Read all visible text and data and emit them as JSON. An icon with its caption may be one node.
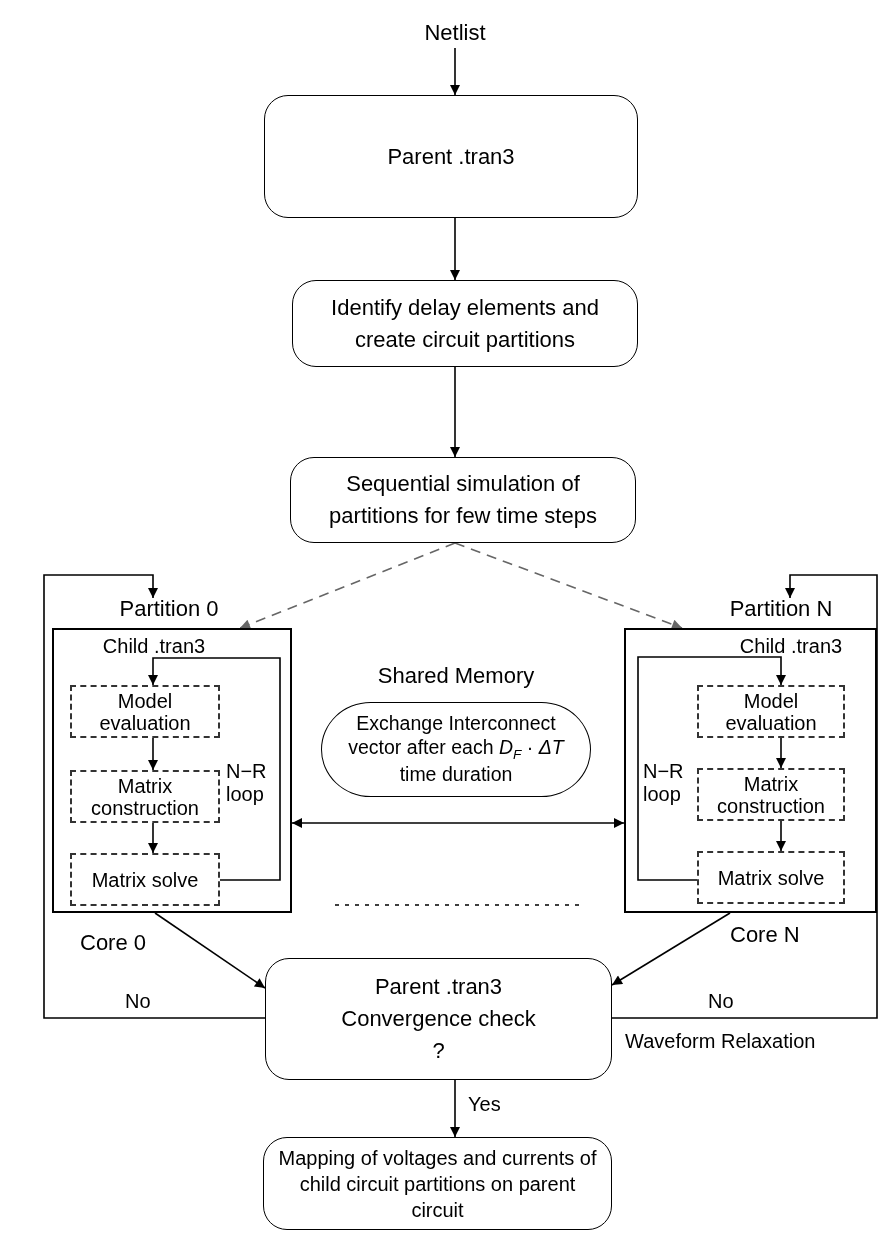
{
  "diagram": {
    "nodes": [
      {
        "text": [
          "Netlist"
        ]
      },
      {
        "text": [
          "Parent .tran3"
        ]
      },
      {
        "text": [
          "Identify delay elements and create circuit partitions"
        ]
      },
      {
        "text": [
          "Sequential simulation of partitions for few time steps"
        ]
      },
      {
        "text": [
          "Partition 0",
          "Child .tran3"
        ],
        "beside": [
          "Core 0"
        ]
      },
      {
        "text": [
          "Model evaluation"
        ],
        "in": 4
      },
      {
        "text": [
          "Matrix construction"
        ],
        "in": 4
      },
      {
        "text": [
          "Matrix solve"
        ],
        "in": 4
      },
      {
        "text": [
          "Partition N",
          "Child .tran3"
        ],
        "beside": [
          "Core N"
        ]
      },
      {
        "text": [
          "Model evaluation"
        ],
        "in": 8
      },
      {
        "text": [
          "Matrix construction"
        ],
        "in": 8
      },
      {
        "text": [
          "Matrix solve"
        ],
        "in": 8
      },
      {
        "text": [
          "Shared Memory",
          "Exchange Interconnect vector after each *D*$_{F}$ · *ΔT* time duration"
        ]
      },
      {
        "text": [
          "Parent .tran3 Convergence check ?"
        ]
      },
      {
        "text": [
          "Mapping of voltages and currents of child circuit partitions on parent circuit"
        ]
      }
    ],
    "edges": [
      {
        "from": 0,
        "to": 1,
        "arrow": "to"
      },
      {
        "from": 1,
        "to": 2,
        "arrow": "to"
      },
      {
        "from": 2,
        "to": 3,
        "arrow": "to"
      },
      {
        "from": 3,
        "to": 4,
        "arrow": "to",
        "style": "dashed",
        "color": "#666666"
      },
      {
        "from": 3,
        "to": 8,
        "arrow": "to",
        "style": "dashed",
        "color": "#666666"
      },
      {
        "from": 5,
        "to": 6,
        "arrow": "to"
      },
      {
        "from": 6,
        "to": 7,
        "arrow": "to"
      },
      {
        "from": 7,
        "to": 5,
        "arrow": "to",
        "label": "N−R loop"
      },
      {
        "from": 9,
        "to": 10,
        "arrow": "to"
      },
      {
        "from": 10,
        "to": 11,
        "arrow": "to"
      },
      {
        "from": 11,
        "to": 9,
        "arrow": "to",
        "label": "N−R loop"
      },
      {
        "from": 4,
        "to": 8,
        "arrow": "both"
      },
      {
        "from": 4,
        "to": 13,
        "arrow": "to"
      },
      {
        "from": 8,
        "to": 13,
        "arrow": "to"
      },
      {
        "from": 13,
        "to": 4,
        "arrow": "to",
        "label": "No"
      },
      {
        "from": 13,
        "to": 8,
        "arrow": "to",
        "label": "No"
      },
      {
        "from": 13,
        "to": 14,
        "arrow": "to",
        "label": "Yes"
      }
    ],
    "labels": [
      "Waveform Relaxation"
    ]
  }
}
